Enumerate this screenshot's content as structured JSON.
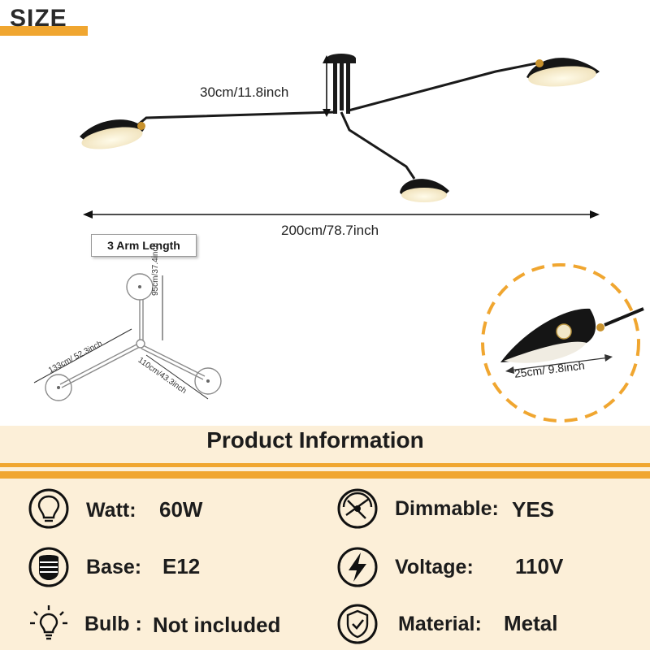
{
  "header": {
    "title": "SIZE"
  },
  "dimensions": {
    "height": "30cm/11.8inch",
    "span": "200cm/78.7inch",
    "shade": "25cm/ 9.8inch"
  },
  "arm_diagram": {
    "label": "3 Arm Length",
    "arms": [
      "95cm/37.4inch",
      "133cm/ 52.3inch",
      "110cm/43.3inch"
    ]
  },
  "product_info": {
    "title": "Product Information",
    "specs": [
      {
        "icon": "bulb-outline-icon",
        "label": "Watt:",
        "value": "60W"
      },
      {
        "icon": "dimmer-icon",
        "label": "Dimmable:",
        "value": "YES"
      },
      {
        "icon": "lamp-base-icon",
        "label": "Base:",
        "value": "E12"
      },
      {
        "icon": "lightning-icon",
        "label": "Voltage:",
        "value": "110V"
      },
      {
        "icon": "bulb-glow-icon",
        "label": "Bulb :",
        "value": "Not included"
      },
      {
        "icon": "shield-check-icon",
        "label": "Material:",
        "value": "Metal"
      }
    ]
  },
  "colors": {
    "accent": "#f0a630",
    "band": "#fcefd8",
    "lamp": "#151515",
    "shade_inner": "#f5edd5"
  }
}
